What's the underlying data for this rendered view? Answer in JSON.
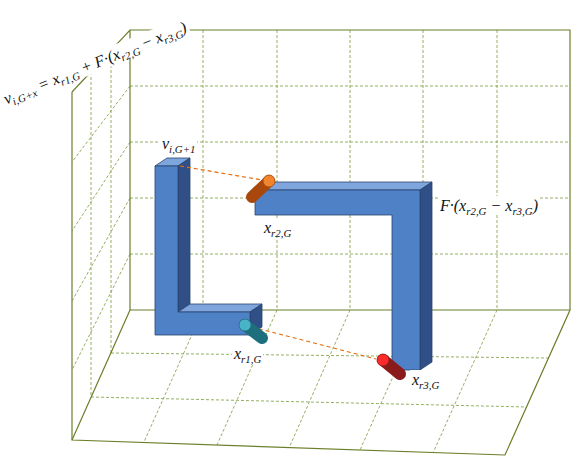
{
  "diagram": {
    "labels": [
      "vi,G+x = xr1,G + F·(xr2,G − xr3,G)",
      "vi,G+1",
      "xr2,G",
      "F·(xr2,G − xr3,G)",
      "xr1,G",
      "xr3,G"
    ]
  }
}
